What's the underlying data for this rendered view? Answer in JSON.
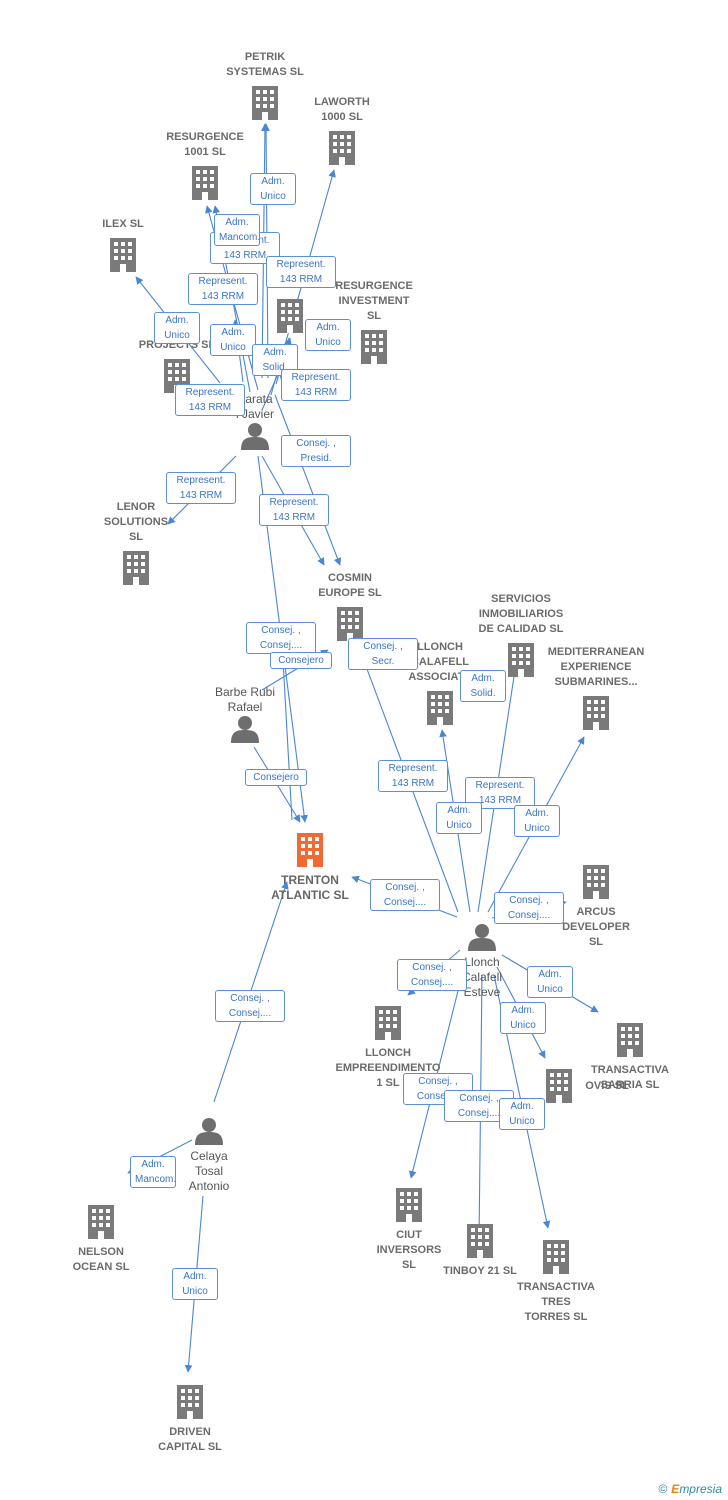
{
  "colors": {
    "edge": "#4a86d4",
    "company": "#7a7a7a",
    "main": "#ef6a35",
    "person": "#6e6e6e"
  },
  "companies": [
    {
      "id": "petrik",
      "lines": [
        "PETRIK",
        "SYSTEMAS SL"
      ]
    },
    {
      "id": "laworth",
      "lines": [
        "LAWORTH",
        "1000 SL"
      ]
    },
    {
      "id": "resurgence1001",
      "lines": [
        "RESURGENCE",
        "1001  SL"
      ]
    },
    {
      "id": "ilex",
      "lines": [
        "ILEX SL"
      ]
    },
    {
      "id": "resurgenceinv",
      "lines": [
        "RESURGENCE",
        "INVESTMENT",
        "SL"
      ]
    },
    {
      "id": "projects",
      "lines": [
        "PROJECTS SL"
      ]
    },
    {
      "id": "lenor",
      "lines": [
        "LENOR",
        "SOLUTIONS",
        "SL"
      ]
    },
    {
      "id": "cosmin",
      "lines": [
        "COSMIN",
        "EUROPE  SL"
      ]
    },
    {
      "id": "servicios",
      "lines": [
        "SERVICIOS",
        "INMOBILIARIOS",
        "DE CALIDAD SL"
      ]
    },
    {
      "id": "llonchcalafell",
      "lines": [
        "LLONCH",
        "CALAFELL",
        "ASSOCIATS"
      ]
    },
    {
      "id": "mediterranean",
      "lines": [
        "MEDITERRANEAN",
        "EXPERIENCE",
        "SUBMARINES..."
      ]
    },
    {
      "id": "trenton",
      "lines": [
        "TRENTON",
        "ATLANTIC  SL"
      ]
    },
    {
      "id": "arcus",
      "lines": [
        "ARCUS",
        "DEVELOPER",
        "SL"
      ]
    },
    {
      "id": "llonchemp",
      "lines": [
        "LLONCH",
        "EMPREENDIMENTO",
        "1 SL"
      ]
    },
    {
      "id": "transactivasarria",
      "lines": [
        "TRANSACTIVA",
        "SARRIA SL"
      ]
    },
    {
      "id": "ovis",
      "lines": [
        "OVIS SL"
      ]
    },
    {
      "id": "nelson",
      "lines": [
        "NELSON",
        "OCEAN  SL"
      ]
    },
    {
      "id": "ciut",
      "lines": [
        "CIUT",
        "INVERSORS",
        "SL"
      ]
    },
    {
      "id": "tinboy",
      "lines": [
        "TINBOY 21 SL"
      ]
    },
    {
      "id": "transactivatres",
      "lines": [
        "TRANSACTIVA",
        "TRES",
        "TORRES SL"
      ]
    },
    {
      "id": "driven",
      "lines": [
        "DRIVEN",
        "CAPITAL SL"
      ]
    }
  ],
  "persons": [
    {
      "id": "barata",
      "lines": [
        "Barata",
        "i Javier"
      ]
    },
    {
      "id": "barbe",
      "lines": [
        "Barbe Rubi",
        "Rafael"
      ]
    },
    {
      "id": "llonch",
      "lines": [
        "Llonch",
        "Calafell",
        "Esteve"
      ]
    },
    {
      "id": "celaya",
      "lines": [
        "Celaya",
        "Tosal",
        "Antonio"
      ]
    }
  ],
  "edge_labels": [
    {
      "id": "e1",
      "lines": [
        "Adm.",
        "Unico"
      ]
    },
    {
      "id": "e2",
      "lines": [
        "Represent.",
        "143 RRM"
      ]
    },
    {
      "id": "e3",
      "lines": [
        "Adm.",
        "Mancom."
      ]
    },
    {
      "id": "e4",
      "lines": [
        "Represent.",
        "143 RRM"
      ]
    },
    {
      "id": "e5",
      "lines": [
        "Represent.",
        "143 RRM"
      ]
    },
    {
      "id": "e6",
      "lines": [
        "Adm.",
        "Unico"
      ]
    },
    {
      "id": "e7",
      "lines": [
        "Adm.",
        "Unico"
      ]
    },
    {
      "id": "e8",
      "lines": [
        "Adm.",
        "Unico"
      ]
    },
    {
      "id": "e9",
      "lines": [
        "Adm.",
        "Solid."
      ]
    },
    {
      "id": "e10",
      "lines": [
        "Represent.",
        "143 RRM"
      ]
    },
    {
      "id": "e11",
      "lines": [
        "Represent.",
        "143 RRM"
      ]
    },
    {
      "id": "e12",
      "lines": [
        "Consej. ,",
        "Presid."
      ]
    },
    {
      "id": "e13",
      "lines": [
        "Represent.",
        "143 RRM"
      ]
    },
    {
      "id": "e14",
      "lines": [
        "Represent.",
        "143 RRM"
      ]
    },
    {
      "id": "e15",
      "lines": [
        "Consej. ,",
        "Consej...."
      ]
    },
    {
      "id": "e16",
      "lines": [
        "Consejero"
      ]
    },
    {
      "id": "e17",
      "lines": [
        "Consej. ,",
        "Secr."
      ]
    },
    {
      "id": "e18",
      "lines": [
        "Adm.",
        "Solid."
      ]
    },
    {
      "id": "e19",
      "lines": [
        "Consejero"
      ]
    },
    {
      "id": "e20",
      "lines": [
        "Represent.",
        "143 RRM"
      ]
    },
    {
      "id": "e21",
      "lines": [
        "Represent.",
        "143 RRM"
      ]
    },
    {
      "id": "e22",
      "lines": [
        "Adm.",
        "Unico"
      ]
    },
    {
      "id": "e23",
      "lines": [
        "Adm.",
        "Unico"
      ]
    },
    {
      "id": "e24",
      "lines": [
        "Consej. ,",
        "Consej...."
      ]
    },
    {
      "id": "e25",
      "lines": [
        "Consej. ,",
        "Consej...."
      ]
    },
    {
      "id": "e26",
      "lines": [
        "Consej. ,",
        "Consej...."
      ]
    },
    {
      "id": "e27",
      "lines": [
        "Adm.",
        "Unico"
      ]
    },
    {
      "id": "e28",
      "lines": [
        "Adm.",
        "Unico"
      ]
    },
    {
      "id": "e29",
      "lines": [
        "Consej. ,",
        "Consej...."
      ]
    },
    {
      "id": "e30",
      "lines": [
        "Consej. ,",
        "Consej...."
      ]
    },
    {
      "id": "e31",
      "lines": [
        "Consej. ,",
        "Consej...."
      ]
    },
    {
      "id": "e32",
      "lines": [
        "Adm.",
        "Unico"
      ]
    },
    {
      "id": "e33",
      "lines": [
        "Adm.",
        "Mancom."
      ]
    },
    {
      "id": "e34",
      "lines": [
        "Adm.",
        "Unico"
      ]
    }
  ],
  "footer": {
    "copyright": "©",
    "brand_first": "E",
    "brand_rest": "mpresia"
  }
}
